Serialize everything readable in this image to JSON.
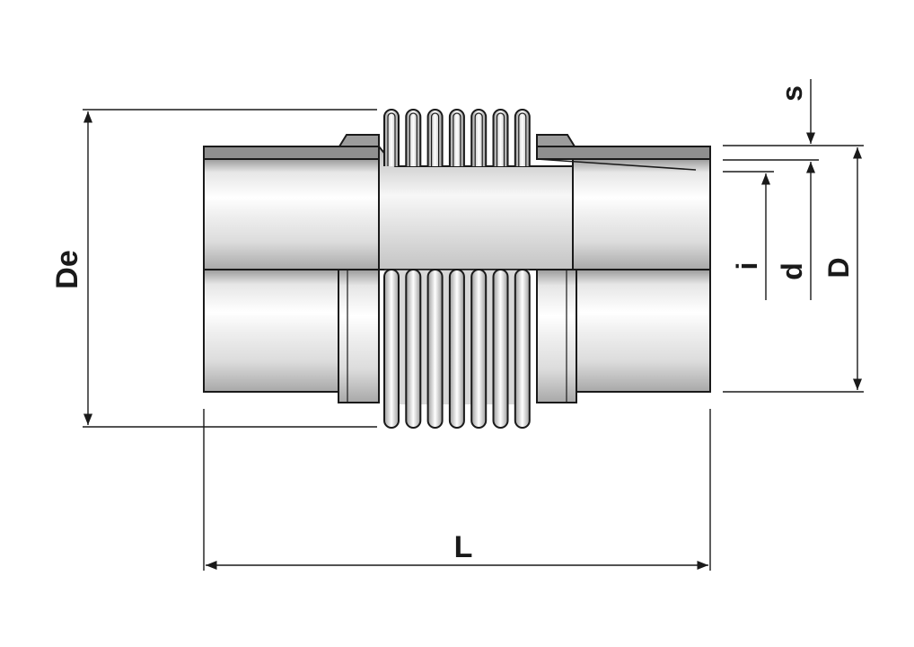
{
  "drawing": {
    "labels": {
      "overall_diameter": "De",
      "length": "L",
      "wall_thickness": "s",
      "inner_sleeve": "i",
      "inner_diameter": "d",
      "outer_diameter": "D"
    },
    "colors": {
      "outline": "#1a1a1a",
      "metal_light": "#f4f4f4",
      "metal_mid": "#cfcfcf",
      "metal_dark": "#9a9a9a",
      "background": "#ffffff"
    }
  }
}
